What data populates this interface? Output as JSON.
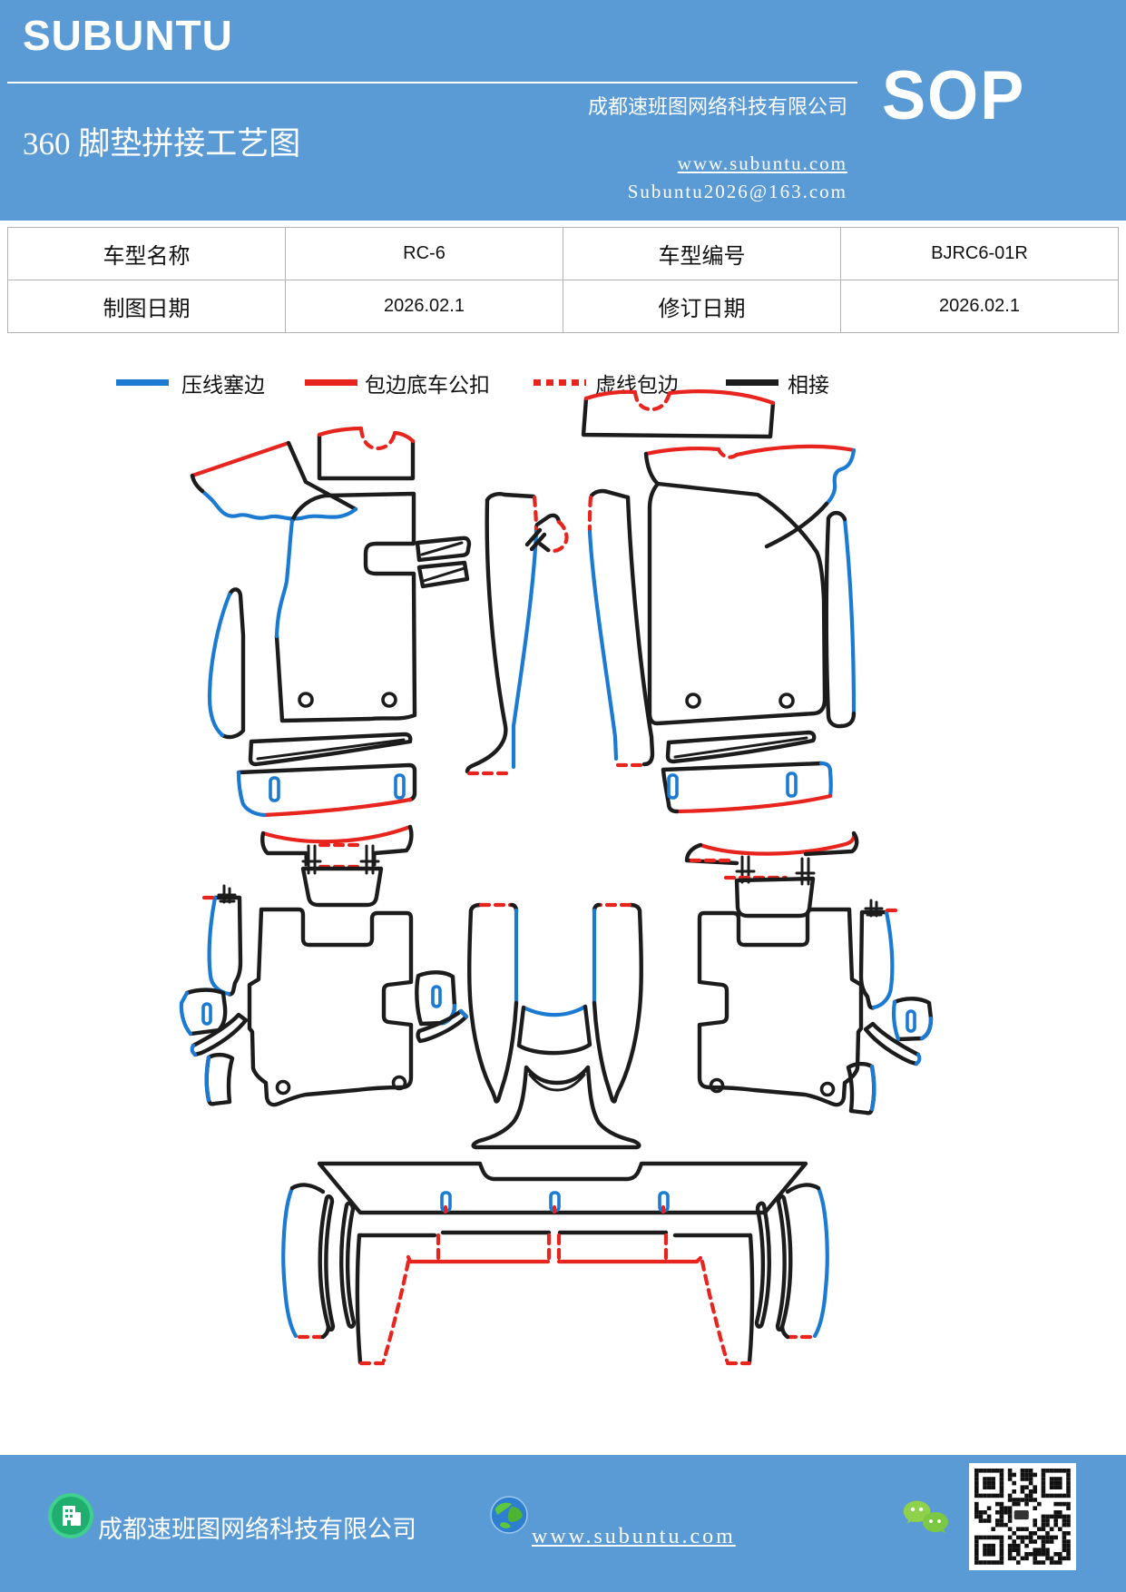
{
  "header": {
    "brand": "SUBUNTU",
    "title": "360 脚垫拼接工艺图",
    "company": "成都速班图网络科技有限公司",
    "website": "www.subuntu.com",
    "email": "Subuntu2026@163.com",
    "badge": "SOP"
  },
  "info_table": {
    "rows": [
      [
        {
          "label": "车型名称",
          "value": "RC-6"
        },
        {
          "label": "车型编号",
          "value": "BJRC6-01R"
        }
      ],
      [
        {
          "label": "制图日期",
          "value": "2026.02.1"
        },
        {
          "label": "修订日期",
          "value": "2026.02.1"
        }
      ]
    ]
  },
  "legend": {
    "items": [
      {
        "label": "压线塞边",
        "color": "#1b7ad2",
        "style": "solid"
      },
      {
        "label": "包边底车公扣",
        "color": "#e8241e",
        "style": "solid"
      },
      {
        "label": "虚线包边",
        "color": "#e8241e",
        "style": "dashed"
      },
      {
        "label": "相接",
        "color": "#1c1c1c",
        "style": "solid"
      }
    ]
  },
  "diagram": {
    "subject": "360 floor mat splicing pattern pieces for model RC-6",
    "colors": {
      "press_edge_blue": "#1b7ad2",
      "male_buckle_red": "#e8241e",
      "dashed_wrap_red": "#e8241e",
      "join_black": "#1c1c1c"
    }
  },
  "footer": {
    "company": "成都速班图网络科技有限公司",
    "website": "www.subuntu.com"
  }
}
